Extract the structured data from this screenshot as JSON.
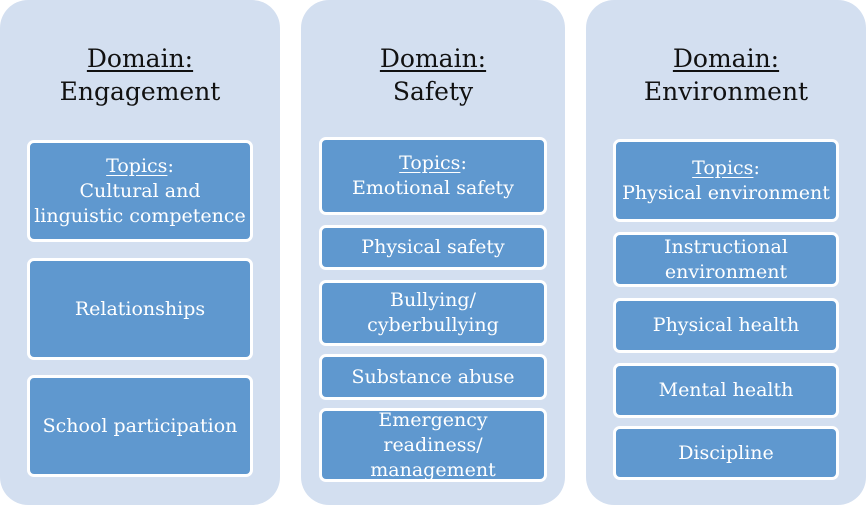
{
  "domain_label": "Domain:",
  "topics_label": "Topics",
  "topics_colon": ":",
  "columns": [
    {
      "name": "Engagement",
      "items": [
        "Cultural and linguistic competence",
        "Relationships",
        "School participation"
      ]
    },
    {
      "name": "Safety",
      "items": [
        "Emotional safety",
        "Physical safety",
        "Bullying/ cyberbullying",
        "Substance abuse",
        "Emergency readiness/ management"
      ]
    },
    {
      "name": "Environment",
      "items": [
        "Physical environment",
        "Instructional environment",
        "Physical health",
        "Mental health",
        "Discipline"
      ]
    }
  ],
  "colors": {
    "panel": "#d3dff0",
    "box": "#5f98cf",
    "box_border": "#ffffff",
    "text_dark": "#111111"
  }
}
